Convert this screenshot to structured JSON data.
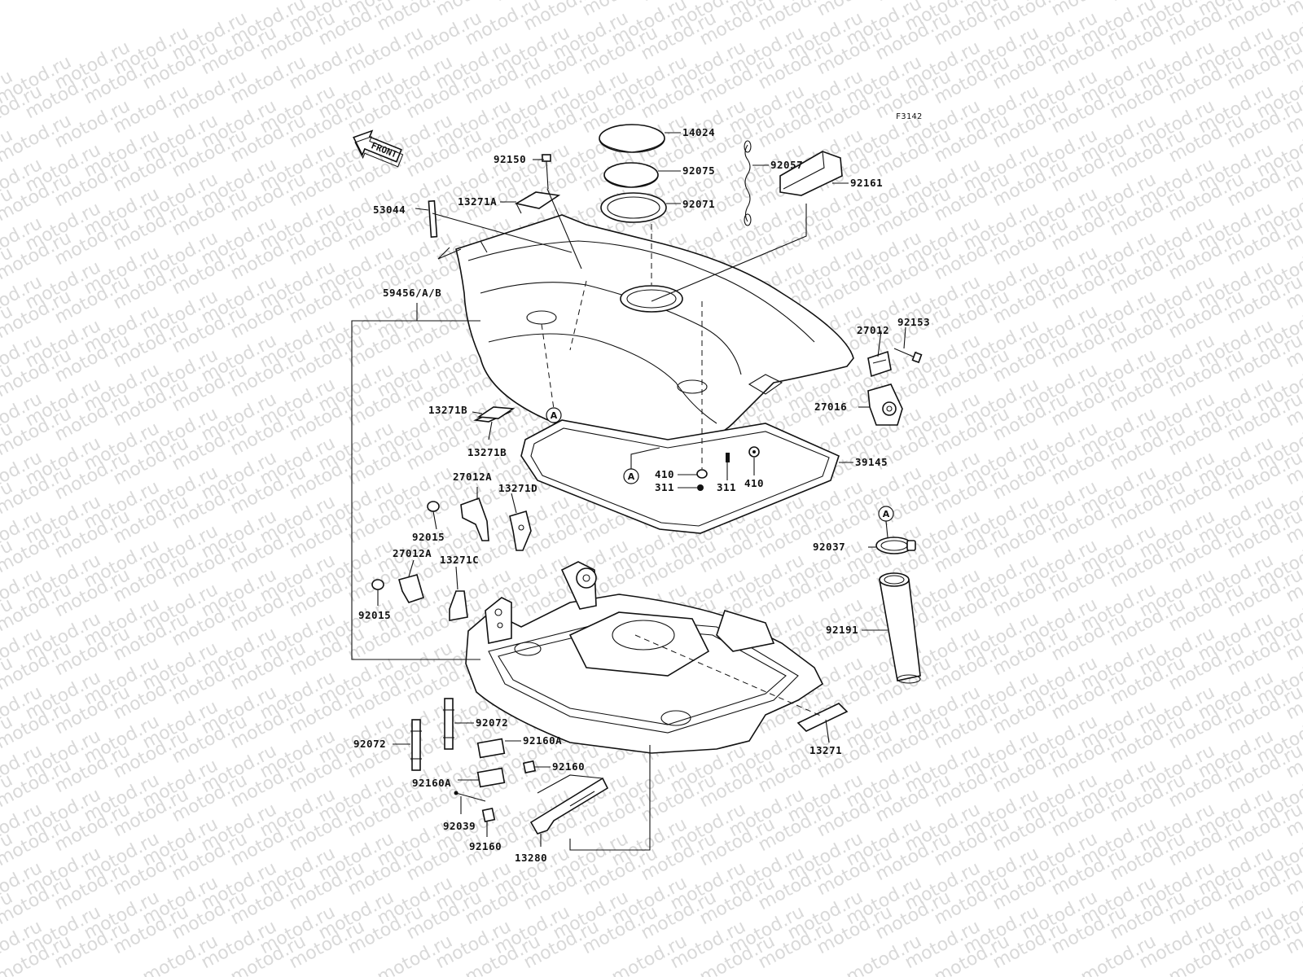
{
  "figure_code": "F3142",
  "front_marker": "FRONT",
  "watermark_text": "motod.ru",
  "callout_letters": [
    "A",
    "A",
    "A"
  ],
  "part_labels": [
    {
      "id": "14024",
      "text": "14024"
    },
    {
      "id": "92075",
      "text": "92075"
    },
    {
      "id": "92071",
      "text": "92071"
    },
    {
      "id": "92150",
      "text": "92150"
    },
    {
      "id": "13271A",
      "text": "13271A"
    },
    {
      "id": "53044",
      "text": "53044"
    },
    {
      "id": "92057",
      "text": "92057"
    },
    {
      "id": "92161",
      "text": "92161"
    },
    {
      "id": "59456AB",
      "text": "59456/A/B"
    },
    {
      "id": "27012",
      "text": "27012"
    },
    {
      "id": "92153",
      "text": "92153"
    },
    {
      "id": "27016",
      "text": "27016"
    },
    {
      "id": "13271B_a",
      "text": "13271B"
    },
    {
      "id": "13271B_b",
      "text": "13271B"
    },
    {
      "id": "39145",
      "text": "39145"
    },
    {
      "id": "410_a",
      "text": "410"
    },
    {
      "id": "311_a",
      "text": "311"
    },
    {
      "id": "311_b",
      "text": "311"
    },
    {
      "id": "410_b",
      "text": "410"
    },
    {
      "id": "27012A_a",
      "text": "27012A"
    },
    {
      "id": "13271D",
      "text": "13271D"
    },
    {
      "id": "92015_a",
      "text": "92015"
    },
    {
      "id": "92037",
      "text": "92037"
    },
    {
      "id": "27012A_b",
      "text": "27012A"
    },
    {
      "id": "13271C",
      "text": "13271C"
    },
    {
      "id": "92015_b",
      "text": "92015"
    },
    {
      "id": "92191",
      "text": "92191"
    },
    {
      "id": "92072_a",
      "text": "92072"
    },
    {
      "id": "92072_b",
      "text": "92072"
    },
    {
      "id": "92160A_a",
      "text": "92160A"
    },
    {
      "id": "92160_a",
      "text": "92160"
    },
    {
      "id": "92160A_b",
      "text": "92160A"
    },
    {
      "id": "92039",
      "text": "92039"
    },
    {
      "id": "92160_b",
      "text": "92160"
    },
    {
      "id": "13280",
      "text": "13280"
    },
    {
      "id": "13271",
      "text": "13271"
    }
  ]
}
